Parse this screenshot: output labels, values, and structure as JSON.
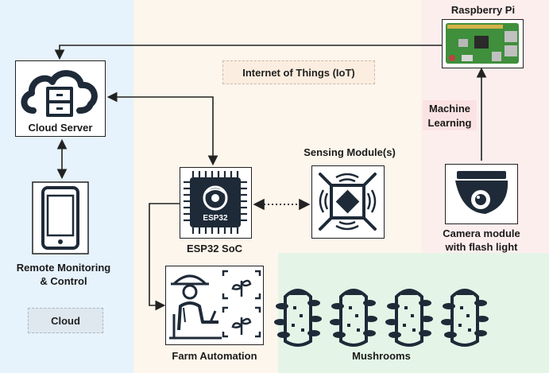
{
  "diagram": {
    "iot_label": "Internet of Things (IoT)",
    "cloud_label": "Cloud",
    "nodes": {
      "raspberry_pi": "Raspberry Pi",
      "cloud_server": "Cloud Server",
      "remote_monitoring_line1": "Remote Monitoring",
      "remote_monitoring_line2": "& Control",
      "esp32_soc": "ESP32 SoC",
      "esp32_chip_text": "ESP32",
      "sensing_module": "Sensing Module(s)",
      "machine_learning_line1": "Machine",
      "machine_learning_line2": "Learning",
      "camera_line1": "Camera module",
      "camera_line2": "with flash light",
      "farm_automation": "Farm Automation",
      "mushrooms": "Mushrooms"
    },
    "colors": {
      "cloud_zone": "#e6f2fc",
      "iot_zone": "#fdf6ec",
      "pi_zone": "#fdeeee",
      "mushroom_zone": "#e4f5e7",
      "line": "#222222"
    }
  }
}
